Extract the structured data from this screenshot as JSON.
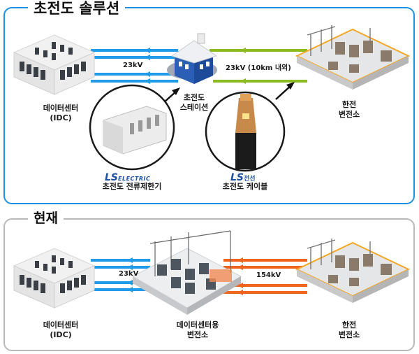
{
  "titles": {
    "solution": "초전도 솔루션",
    "current": "현재"
  },
  "top": {
    "idc_line1": "데이터센터",
    "idc_line2": "(IDC)",
    "station_line1": "초전도",
    "station_line2": "스테이션",
    "kepco_line1": "한전",
    "kepco_line2": "변전소",
    "voltage_idc": "23kV",
    "voltage_kepco": "23kV (10km 내외)",
    "limiter_caption": "초전도 전류제한기",
    "cable_caption": "초전도 케이블",
    "logo_electric_ls": "LS",
    "logo_electric_word": "ELECTRIC",
    "logo_cable_ls": "LS",
    "logo_cable_word": "전선"
  },
  "bottom": {
    "idc_line1": "데이터센터",
    "idc_line2": "(IDC)",
    "sub_line1": "데이터센터용",
    "sub_line2": "변전소",
    "kepco_line1": "한전",
    "kepco_line2": "변전소",
    "voltage_idc": "23kV",
    "voltage_kepco": "154kV"
  },
  "colors": {
    "blue_line": "#1f9be9",
    "green_line": "#8bbb1e",
    "orange_line": "#f0641e",
    "accent": "#1f8fe0"
  }
}
